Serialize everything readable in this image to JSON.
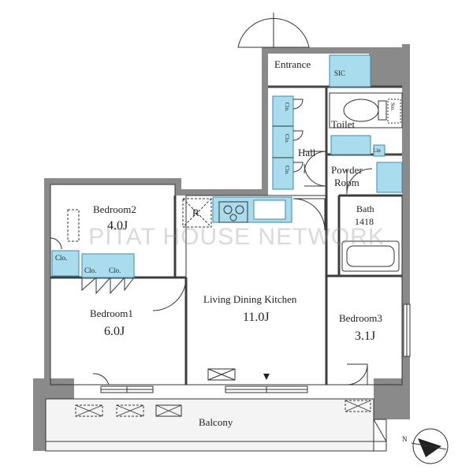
{
  "colors": {
    "wall": "#8a8a8a",
    "line": "#333333",
    "fixture": "#a9dcec",
    "fixture_stroke": "#3b8bb0",
    "balcony_floor": "#f4f4f4"
  },
  "rooms": {
    "entrance": "Entrance",
    "sic": "SIC",
    "toilet": "Toilet",
    "sto": "Sto.",
    "hall": "Hall",
    "lin": "Lin",
    "powder_room_line1": "Powder",
    "powder_room_line2": "Room",
    "bath": "Bath",
    "bath_size": "1418",
    "bedroom2": "Bedroom2",
    "bedroom2_size": "4.0J",
    "bedroom1": "Bedroom1",
    "bedroom1_size": "6.0J",
    "ldk": "Living Dining Kitchen",
    "ldk_size": "11.0J",
    "bedroom3": "Bedroom3",
    "bedroom3_size": "3.1J",
    "balcony": "Balcony",
    "refrigerator": "R",
    "closet": "Clo."
  },
  "watermark": "PITAT HOUSE NETWORK",
  "compass": {
    "north_label": "N"
  }
}
